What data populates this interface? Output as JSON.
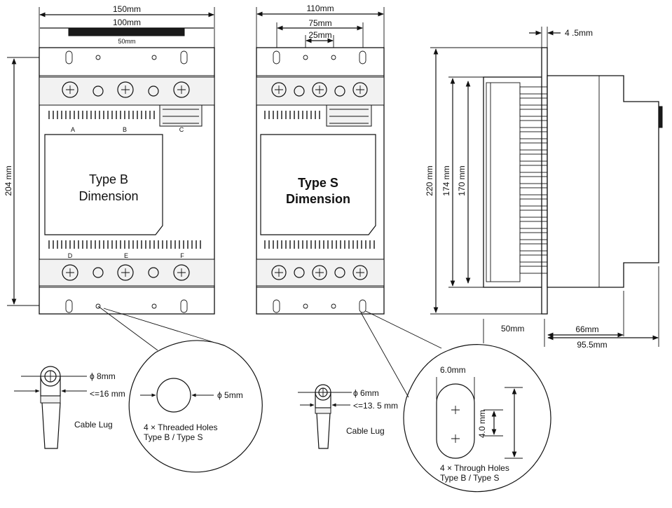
{
  "type_b": {
    "width_total": "150mm",
    "width_mid": "100mm",
    "width_small": "50mm",
    "height": "204 mm",
    "title_line1": "Type B",
    "title_line2": "Dimension",
    "term_labels_top": [
      "A",
      "B",
      "C"
    ],
    "term_labels_bottom": [
      "D",
      "E",
      "F"
    ]
  },
  "type_s": {
    "width_total": "110mm",
    "width_mid": "75mm",
    "width_small": "25mm",
    "title_line1": "Type S",
    "title_line2": "Dimension"
  },
  "side_view": {
    "flange": "4 .5mm",
    "h_total": "220 mm",
    "h_174": "174 mm",
    "h_170": "170 mm",
    "w_50": "50mm",
    "w_66": "66mm",
    "w_95": "95.5mm"
  },
  "lug_b": {
    "dia": "ϕ 8mm",
    "width": "<=16 mm",
    "label": "Cable Lug"
  },
  "lug_s": {
    "dia": "ϕ 6mm",
    "width": "<=13. 5 mm",
    "label": "Cable Lug"
  },
  "hole_b": {
    "dia": "ϕ 5mm",
    "caption1": "4 × Threaded Holes",
    "caption2": "Type B / Type S"
  },
  "hole_s": {
    "width": "6.0mm",
    "height": "4.0 mm",
    "caption1": "4 × Through Holes",
    "caption2": "Type B / Type S"
  }
}
